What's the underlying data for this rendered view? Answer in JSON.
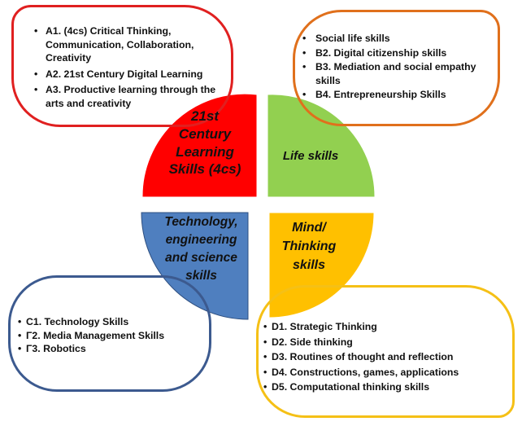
{
  "colors": {
    "learning_fill": "#ff0000",
    "life_fill": "#92d050",
    "technology_fill": "#4f7fbf",
    "mind_fill": "#ffc000",
    "learning_border": "#e02020",
    "life_border": "#e0701c",
    "technology_border": "#3c5a8f",
    "mind_border": "#f5c016"
  },
  "quadrants": {
    "learning": {
      "label_lines": [
        "21st",
        "Century",
        "Learning",
        "Skills (4cs)"
      ]
    },
    "life": {
      "label": "Life skills"
    },
    "technology": {
      "label_lines": [
        "Technology,",
        "engineering",
        "and science",
        "skills"
      ]
    },
    "mind": {
      "label_lines": [
        "Mind/",
        "Thinking",
        "skills"
      ]
    }
  },
  "lists": {
    "learning": [
      "A1. (4cs) Critical Thinking, Communication, Collaboration, Creativity",
      "A2. 21st Century Digital Learning",
      "A3.  Productive learning through the arts and creativity"
    ],
    "life": [
      "Social life skills",
      "B2. Digital citizenship skills",
      "B3. Mediation and social empathy skills",
      "B4. Entrepreneurship Skills"
    ],
    "technology": [
      "C1. Technology Skills",
      "Γ2. Media Management Skills",
      "Γ3. Robotics"
    ],
    "mind": [
      "D1. Strategic Thinking",
      "D2. Side thinking",
      "D3. Routines of thought and reflection",
      "D4. Constructions, games, applications",
      "D5. Computational thinking skills"
    ]
  }
}
